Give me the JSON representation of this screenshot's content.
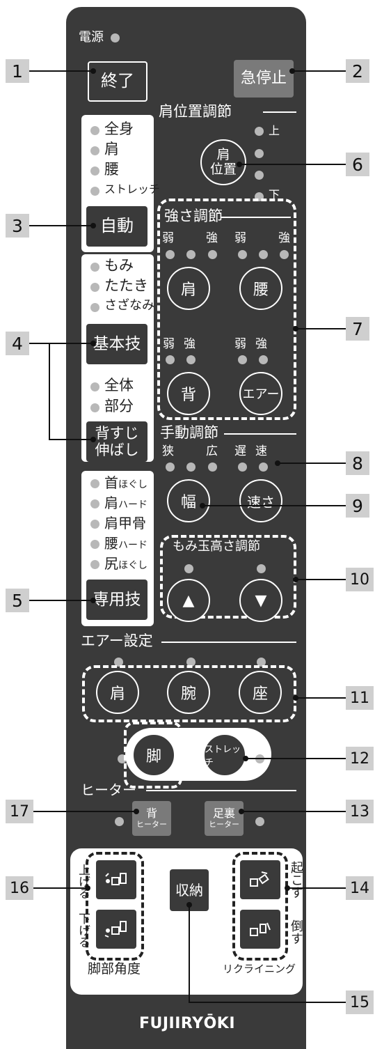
{
  "remote": {
    "power_label": "電源",
    "end_button": "終了",
    "emergency_stop_button": "急停止",
    "shoulder_position": {
      "heading": "肩位置調節",
      "up": "上",
      "down": "下",
      "button_line1": "肩",
      "button_line2": "位置"
    },
    "auto_modes": [
      "全身",
      "肩",
      "腰",
      "ストレッチ"
    ],
    "auto_button": "自動",
    "basic_modes": [
      "もみ",
      "たたき",
      "さざなみ"
    ],
    "basic_button": "基本技",
    "stretch_modes": [
      "全体",
      "部分"
    ],
    "stretch_button_line1": "背すじ",
    "stretch_button_line2": "伸ばし",
    "special_modes": [
      {
        "main": "首",
        "sub": "ほぐし"
      },
      {
        "main": "肩",
        "sub": "ハード"
      },
      {
        "main": "肩甲骨",
        "sub": ""
      },
      {
        "main": "腰",
        "sub": "ハード"
      },
      {
        "main": "尻",
        "sub": "ほぐし"
      }
    ],
    "special_button": "専用技",
    "intensity": {
      "heading": "強さ調節",
      "weak": "弱",
      "strong": "強",
      "shoulder": "肩",
      "waist": "腰",
      "back": "背",
      "air": "エアー"
    },
    "manual": {
      "heading": "手動調節",
      "narrow": "狭",
      "wide": "広",
      "slow": "遅",
      "fast": "速",
      "width_button": "幅",
      "speed_button": "速さ"
    },
    "ball_height": {
      "heading": "もみ玉高さ調節",
      "up_symbol": "▲",
      "down_symbol": "▼"
    },
    "air_setting": {
      "heading": "エアー設定",
      "shoulder": "肩",
      "arm": "腕",
      "seat": "座",
      "leg": "脚",
      "stretch": "ストレッチ"
    },
    "heater": {
      "heading": "ヒーター",
      "back_line1": "背",
      "back_line2": "ヒーター",
      "sole_line1": "足裏",
      "sole_line2": "ヒーター"
    },
    "leg_angle": {
      "raise": "上げる",
      "lower": "下げる",
      "label": "脚部角度"
    },
    "storage_button": "収納",
    "recline": {
      "raise": "起こす",
      "lower": "倒す",
      "label": "リクライニング"
    },
    "brand": "FUJIIRYŌKI"
  },
  "callouts": [
    "1",
    "2",
    "3",
    "4",
    "5",
    "6",
    "7",
    "8",
    "9",
    "10",
    "11",
    "12",
    "13",
    "14",
    "15",
    "16",
    "17"
  ],
  "colors": {
    "body": "#3a3a3a",
    "indicator": "#b8b8b8",
    "emergency_button": "#7a7a7a",
    "callout_box": "#cfcfcf"
  }
}
